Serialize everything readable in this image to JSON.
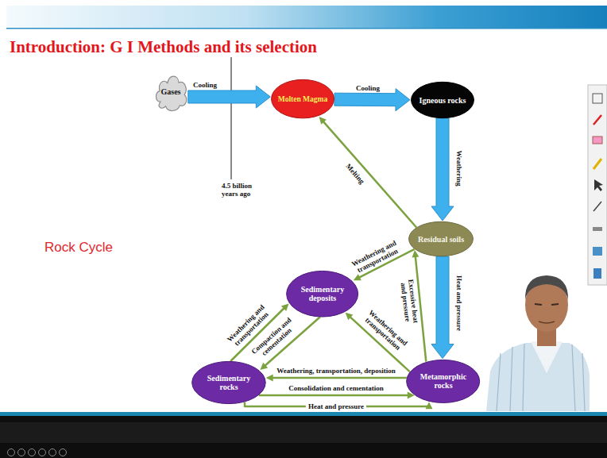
{
  "diagram": {
    "title": "Introduction: G I Methods and its selection",
    "nodes": [
      {
        "text": [
          "Gases"
        ]
      },
      {
        "text": [
          "Molten Magma"
        ]
      },
      {
        "text": [
          "Igneous rocks"
        ]
      },
      {
        "text": [
          "Residual soils"
        ]
      },
      {
        "text": [
          "Sedimentary deposits"
        ]
      },
      {
        "text": [
          "Sedimentary rocks"
        ]
      },
      {
        "text": [
          "Metamorphic rocks"
        ]
      }
    ],
    "edges": [
      {
        "from": 0,
        "to": 1,
        "label": "Cooling",
        "arrow": "to"
      },
      {
        "from": 1,
        "to": 2,
        "label": "Cooling",
        "arrow": "to"
      },
      {
        "from": 2,
        "to": 3,
        "label": "Weathering",
        "arrow": "to"
      },
      {
        "from": 3,
        "to": 1,
        "label": "Melting",
        "arrow": "to"
      },
      {
        "from": 3,
        "to": 6,
        "label": "Heat and pressure",
        "arrow": "to"
      },
      {
        "from": 3,
        "to": 4,
        "label": "Weathering and transportation",
        "arrow": "to"
      },
      {
        "from": 6,
        "to": 3,
        "label": "Excessive heat and pressure",
        "arrow": "to"
      },
      {
        "from": 6,
        "to": 4,
        "label": "Weathering and transportation",
        "arrow": "to"
      },
      {
        "from": 4,
        "to": 5,
        "label": "Compaction and cementation",
        "arrow": "to"
      },
      {
        "from": 5,
        "to": 4,
        "label": "Weathering and transportation",
        "arrow": "to"
      },
      {
        "from": 6,
        "to": 5,
        "label": "Weathering, transportation, deposition",
        "arrow": "to"
      },
      {
        "from": 5,
        "to": 6,
        "label": "Consolidation and cementation",
        "arrow": "to"
      },
      {
        "from": 5,
        "to": 6,
        "label": "Heat and pressure",
        "arrow": "to"
      }
    ],
    "labels": [
      "4.5 billion years ago",
      "Rock Cycle"
    ]
  }
}
